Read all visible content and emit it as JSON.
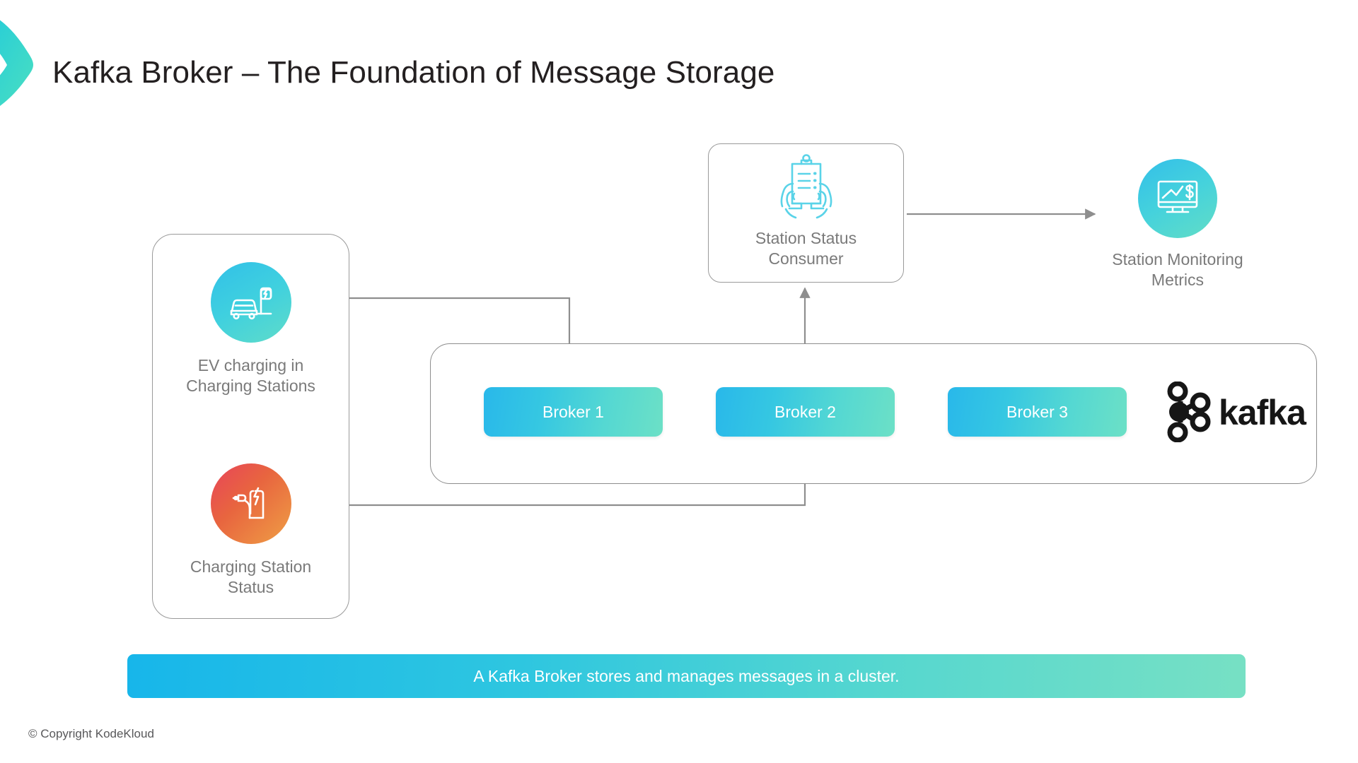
{
  "page": {
    "title": "Kafka Broker – The Foundation of Message Storage",
    "copyright": "© Copyright KodeKloud",
    "background_color": "#ffffff",
    "title_color": "#231f20"
  },
  "brand": {
    "chevron_icon": "chevron-right-icon",
    "gradient_from": "#18c5d8",
    "gradient_to": "#4ae0c4"
  },
  "producers": {
    "card_label": "producers-card",
    "items": [
      {
        "id": "ev-charging",
        "icon": "electric-car-charging-icon",
        "label": "EV charging in\nCharging Stations",
        "label_line_1": "EV charging in",
        "label_line_2": "Charging Stations",
        "gradient_from": "#31c0e8",
        "gradient_to": "#5fdcc9"
      },
      {
        "id": "charging-station-status",
        "icon": "charging-station-plug-icon",
        "label_line_1": "Charging Station",
        "label_line_2": "Status",
        "gradient_from": "#e8445a",
        "gradient_to": "#ef9f45"
      }
    ]
  },
  "consumer": {
    "icon": "clipboard-in-hands-icon",
    "icon_color": "#5ad3e8",
    "label_line_1": "Station Status",
    "label_line_2": "Consumer"
  },
  "metrics": {
    "icon": "monitor-chart-dollar-icon",
    "label_line_1": "Station Monitoring",
    "label_line_2": "Metrics",
    "gradient_from": "#33bfe9",
    "gradient_to": "#62ddc6"
  },
  "cluster": {
    "container_label": "kafka-broker-cluster",
    "logo_text": "kafka",
    "logo_color": "#161616",
    "brokers": [
      {
        "id": "broker-1",
        "label": "Broker 1"
      },
      {
        "id": "broker-2",
        "label": "Broker 2"
      },
      {
        "id": "broker-3",
        "label": "Broker 3"
      }
    ],
    "broker_gradient_from": "#29b8ea",
    "broker_gradient_to": "#6ce0c6"
  },
  "connectors": {
    "color": "#8e8e8e",
    "edges": [
      {
        "from": "ev-charging",
        "to": "broker-1",
        "arrow": true
      },
      {
        "from": "charging-station-status",
        "to": "broker-2",
        "arrow": true
      },
      {
        "from": "broker-2",
        "to": "station-status-consumer",
        "arrow": true
      },
      {
        "from": "station-status-consumer",
        "to": "station-monitoring-metrics",
        "arrow": true
      }
    ]
  },
  "banner": {
    "text": "A Kafka Broker stores and manages messages in a cluster.",
    "gradient_from": "#17b6ea",
    "gradient_to": "#77e0c4",
    "text_color": "#ffffff"
  }
}
